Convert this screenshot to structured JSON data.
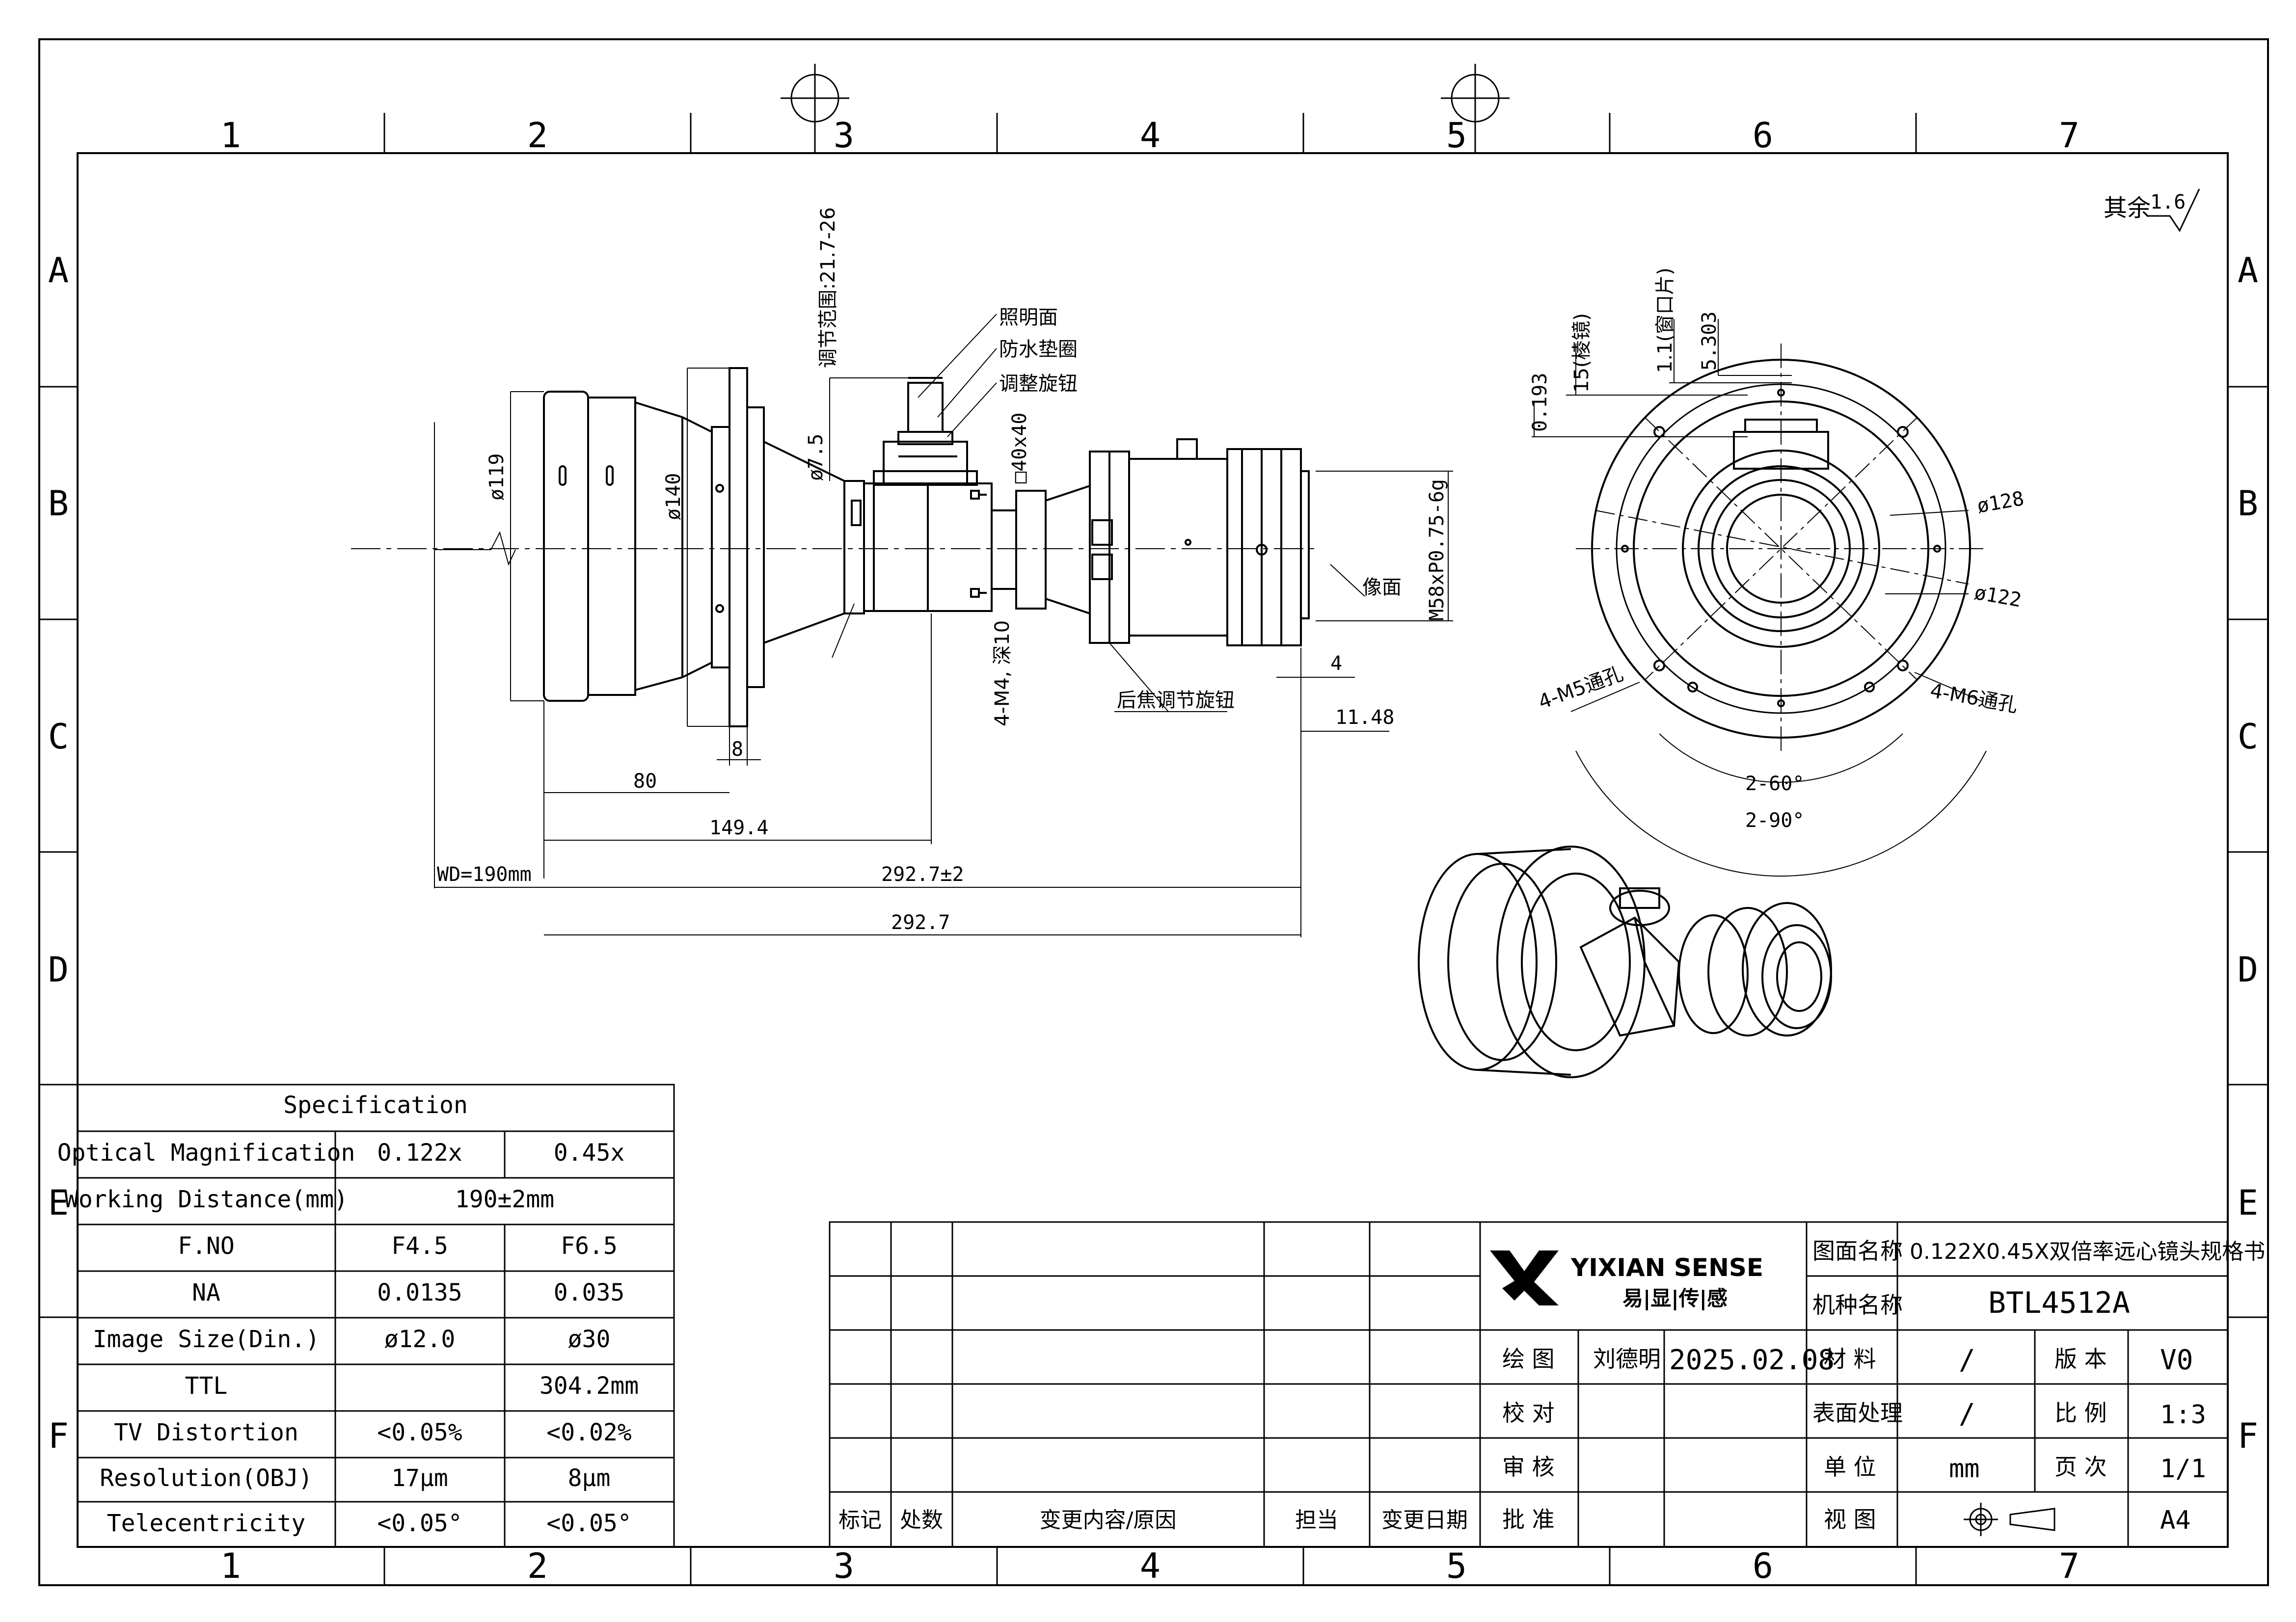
{
  "grid": {
    "cols": [
      "1",
      "2",
      "3",
      "4",
      "5",
      "6",
      "7"
    ],
    "rows": [
      "A",
      "B",
      "C",
      "D",
      "E",
      "F"
    ]
  },
  "roughness": {
    "label": "其余",
    "value": "1.6"
  },
  "side_view": {
    "labels": {
      "range": "调节范围:21.7-26",
      "illum": "照明面",
      "waterproof": "防水垫圈",
      "knob": "调整旋钮",
      "square": "□40x40",
      "d119": "ø119",
      "d140": "ø140",
      "d75": "ø7.5",
      "thread": "M58xP0.75-6g",
      "image_plane": "像面",
      "m4": "4-M4, 深10",
      "back_focus": "后焦调节旋钮",
      "d4": "4",
      "d1148": "11.48",
      "d8": "8",
      "d80": "80",
      "d1494": "149.4",
      "wd": "WD=190mm",
      "d2927tol": "292.7±2",
      "d2927": "292.7"
    }
  },
  "front_view": {
    "labels": {
      "d0193": "0.193",
      "d15": "15(棱镜)",
      "d11": "1.1(窗口片)",
      "d5303": "5.303",
      "d128": "ø128",
      "d122": "ø122",
      "m5": "4-M5通孔",
      "m6": "4-M6通孔",
      "a60": "2-60°",
      "a90": "2-90°"
    }
  },
  "spec": {
    "title": "Specification",
    "rows": [
      {
        "label": "Optical Magnification",
        "v1": "0.122x",
        "v2": "0.45x"
      },
      {
        "label": "Working Distance(mm)",
        "v1": "190±2mm",
        "v2": ""
      },
      {
        "label": "F.NO",
        "v1": "F4.5",
        "v2": "F6.5"
      },
      {
        "label": "NA",
        "v1": "0.0135",
        "v2": "0.035"
      },
      {
        "label": "Image Size(Din.)",
        "v1": "ø12.0",
        "v2": "ø30"
      },
      {
        "label": "TTL",
        "v1": "",
        "v2": "304.2mm"
      },
      {
        "label": "TV Distortion",
        "v1": "<0.05%",
        "v2": "<0.02%"
      },
      {
        "label": "Resolution(OBJ)",
        "v1": "17μm",
        "v2": "8μm"
      },
      {
        "label": "Telecentricity",
        "v1": "<0.05°",
        "v2": "<0.05°"
      }
    ]
  },
  "revision": {
    "headers": [
      "标记",
      "处数",
      "变更内容/原因",
      "担当",
      "变更日期"
    ]
  },
  "title_block": {
    "logo_en": "YIXIAN SENSE",
    "logo_cn": "易|显|传|感",
    "drawing_name_label": "图面名称",
    "drawing_name": "0.122X0.45X双倍率远心镜头规格书",
    "model_label": "机种名称",
    "model": "BTL4512A",
    "draw_label": "绘 图",
    "drawer": "刘德明",
    "date": "2025.02.08",
    "material_label": "材 料",
    "material": "/",
    "version_label": "版 本",
    "version": "V0",
    "check_label": "校 对",
    "surface_label": "表面处理",
    "surface": "/",
    "scale_label": "比 例",
    "scale": "1:3",
    "review_label": "审 核",
    "unit_label": "单 位",
    "unit": "mm",
    "page_label": "页 次",
    "page": "1/1",
    "approve_label": "批 准",
    "view_label": "视 图",
    "size": "A4"
  }
}
